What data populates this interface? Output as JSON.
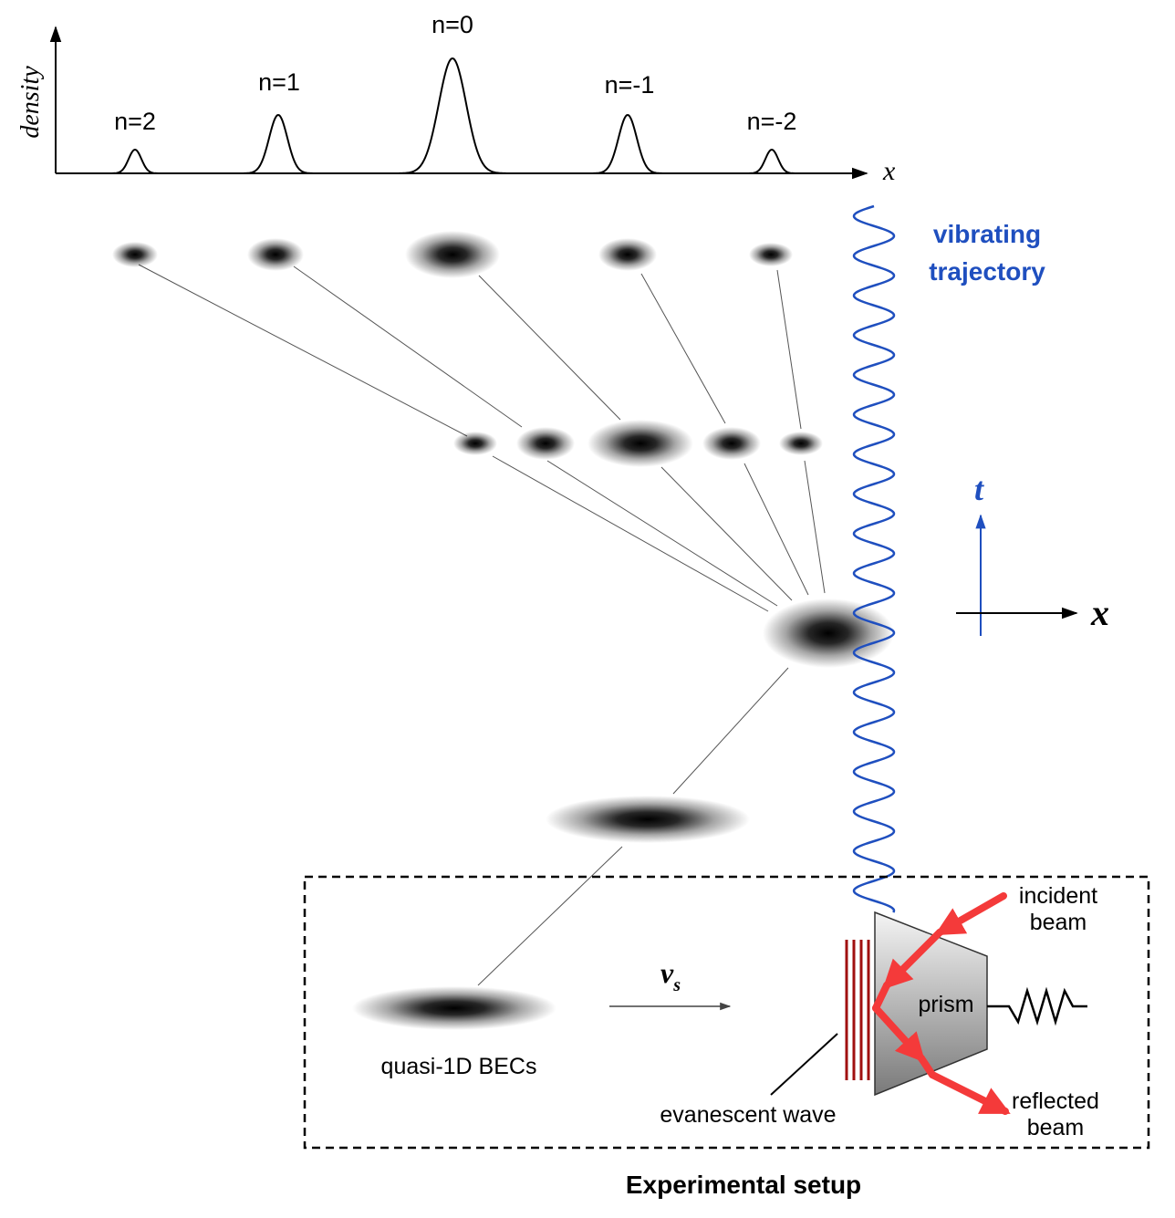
{
  "top_plot": {
    "y_axis_label": "density",
    "x_axis_label": "x",
    "peaks": [
      {
        "label": "n=2",
        "order": 2
      },
      {
        "label": "n=1",
        "order": 1
      },
      {
        "label": "n=0",
        "order": 0
      },
      {
        "label": "n=-1",
        "order": -1
      },
      {
        "label": "n=-2",
        "order": -2
      }
    ]
  },
  "trajectory": {
    "label_line1": "vibrating",
    "label_line2": "trajectory",
    "color": "#1f4fbf"
  },
  "axes_indicator": {
    "t_label": "t",
    "x_label": "x",
    "t_color": "#1f4fbf"
  },
  "setup": {
    "velocity_symbol": "v",
    "velocity_subscript": "s",
    "bec_label": "quasi-1D BECs",
    "prism_label": "prism",
    "evanescent_label": "evanescent wave",
    "incident_line1": "incident",
    "incident_line2": "beam",
    "reflected_line1": "reflected",
    "reflected_line2": "beam",
    "box_caption": "Experimental setup",
    "beam_color": "#f43a3a",
    "wave_color": "#a01010"
  }
}
